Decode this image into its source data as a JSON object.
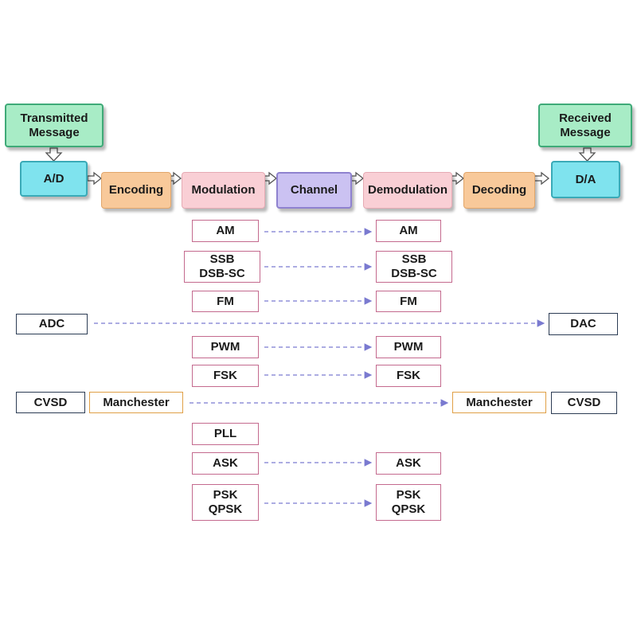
{
  "pipeline": {
    "transmitted_message": [
      "Transmitted",
      "Message"
    ],
    "received_message": [
      "Received",
      "Message"
    ],
    "ad": "A/D",
    "encoding": "Encoding",
    "modulation": "Modulation",
    "channel": "Channel",
    "demodulation": "Demodulation",
    "decoding": "Decoding",
    "da": "D/A"
  },
  "techniques": {
    "am": "AM",
    "ssb": [
      "SSB",
      "DSB-SC"
    ],
    "fm": "FM",
    "adc": "ADC",
    "dac": "DAC",
    "pwm": "PWM",
    "fsk": "FSK",
    "cvsd": "CVSD",
    "manchester": "Manchester",
    "pll": "PLL",
    "ask": "ASK",
    "psk": [
      "PSK",
      "QPSK"
    ]
  }
}
